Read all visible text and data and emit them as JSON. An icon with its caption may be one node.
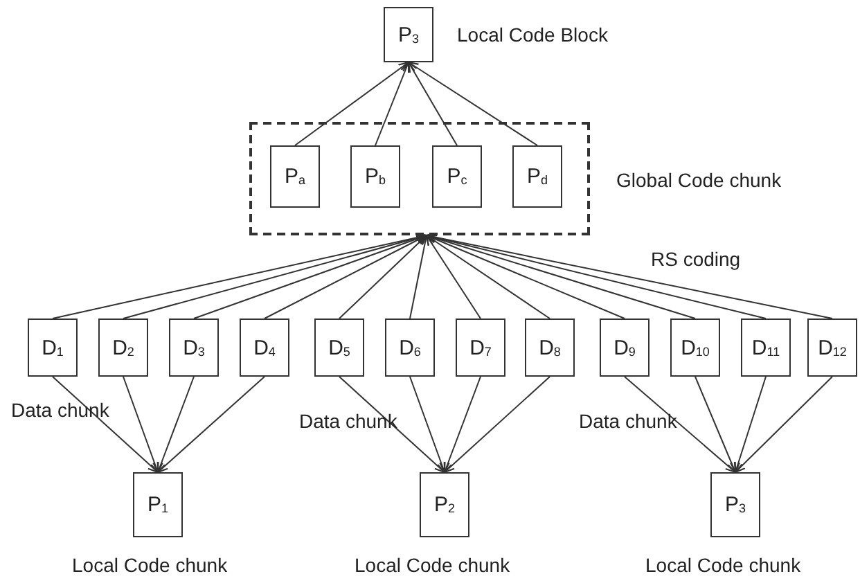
{
  "diagram": {
    "nodes": [
      {
        "text": [
          "P$_{3}$"
        ],
        "beside": [
          "Local Code Block"
        ]
      },
      {
        "text": [
          "Global Code chunk"
        ]
      },
      {
        "text": [
          "P$_{a}$"
        ],
        "in": 1
      },
      {
        "text": [
          "P$_{b}$"
        ],
        "in": 1
      },
      {
        "text": [
          "P$_{c}$"
        ],
        "in": 1
      },
      {
        "text": [
          "P$_{d}$"
        ],
        "in": 1
      },
      {
        "text": [
          "D$_{1}$"
        ]
      },
      {
        "text": [
          "D$_{2}$"
        ]
      },
      {
        "text": [
          "D$_{3}$"
        ]
      },
      {
        "text": [
          "D$_{4}$"
        ]
      },
      {
        "text": [
          "D$_{5}$"
        ]
      },
      {
        "text": [
          "D$_{6}$"
        ]
      },
      {
        "text": [
          "D$_{7}$"
        ]
      },
      {
        "text": [
          "D$_{8}$"
        ]
      },
      {
        "text": [
          "D$_{9}$"
        ]
      },
      {
        "text": [
          "D$_{10}$"
        ]
      },
      {
        "text": [
          "D$_{11}$"
        ]
      },
      {
        "text": [
          "D$_{12}$"
        ]
      },
      {
        "text": [
          "P$_{1}$"
        ],
        "beside": [
          "Local Code chunk"
        ]
      },
      {
        "text": [
          "P$_{2}$"
        ],
        "beside": [
          "Local Code chunk"
        ]
      },
      {
        "text": [
          "P$_{3}$"
        ],
        "beside": [
          "Local Code chunk"
        ]
      }
    ],
    "edges": [
      {
        "from": 2,
        "to": 0,
        "arrow": "to"
      },
      {
        "from": 3,
        "to": 0,
        "arrow": "to"
      },
      {
        "from": 4,
        "to": 0,
        "arrow": "to"
      },
      {
        "from": 5,
        "to": 0,
        "arrow": "to"
      },
      {
        "from": 6,
        "to": 1,
        "arrow": "to"
      },
      {
        "from": 7,
        "to": 1,
        "arrow": "to"
      },
      {
        "from": 8,
        "to": 1,
        "arrow": "to"
      },
      {
        "from": 9,
        "to": 1,
        "arrow": "to"
      },
      {
        "from": 10,
        "to": 1,
        "arrow": "to"
      },
      {
        "from": 11,
        "to": 1,
        "arrow": "to"
      },
      {
        "from": 12,
        "to": 1,
        "arrow": "to"
      },
      {
        "from": 13,
        "to": 1,
        "arrow": "to"
      },
      {
        "from": 14,
        "to": 1,
        "arrow": "to"
      },
      {
        "from": 15,
        "to": 1,
        "arrow": "to"
      },
      {
        "from": 16,
        "to": 1,
        "arrow": "to"
      },
      {
        "from": 17,
        "to": 1,
        "arrow": "to"
      },
      {
        "from": 6,
        "to": 18,
        "arrow": "to"
      },
      {
        "from": 7,
        "to": 18,
        "arrow": "to"
      },
      {
        "from": 8,
        "to": 18,
        "arrow": "to"
      },
      {
        "from": 9,
        "to": 18,
        "arrow": "to"
      },
      {
        "from": 10,
        "to": 19,
        "arrow": "to"
      },
      {
        "from": 11,
        "to": 19,
        "arrow": "to"
      },
      {
        "from": 12,
        "to": 19,
        "arrow": "to"
      },
      {
        "from": 13,
        "to": 19,
        "arrow": "to"
      },
      {
        "from": 14,
        "to": 20,
        "arrow": "to"
      },
      {
        "from": 15,
        "to": 20,
        "arrow": "to"
      },
      {
        "from": 16,
        "to": 20,
        "arrow": "to"
      },
      {
        "from": 17,
        "to": 20,
        "arrow": "to"
      }
    ],
    "labels": [
      "RS coding",
      "Data chunk",
      "Data chunk",
      "Data chunk"
    ]
  }
}
